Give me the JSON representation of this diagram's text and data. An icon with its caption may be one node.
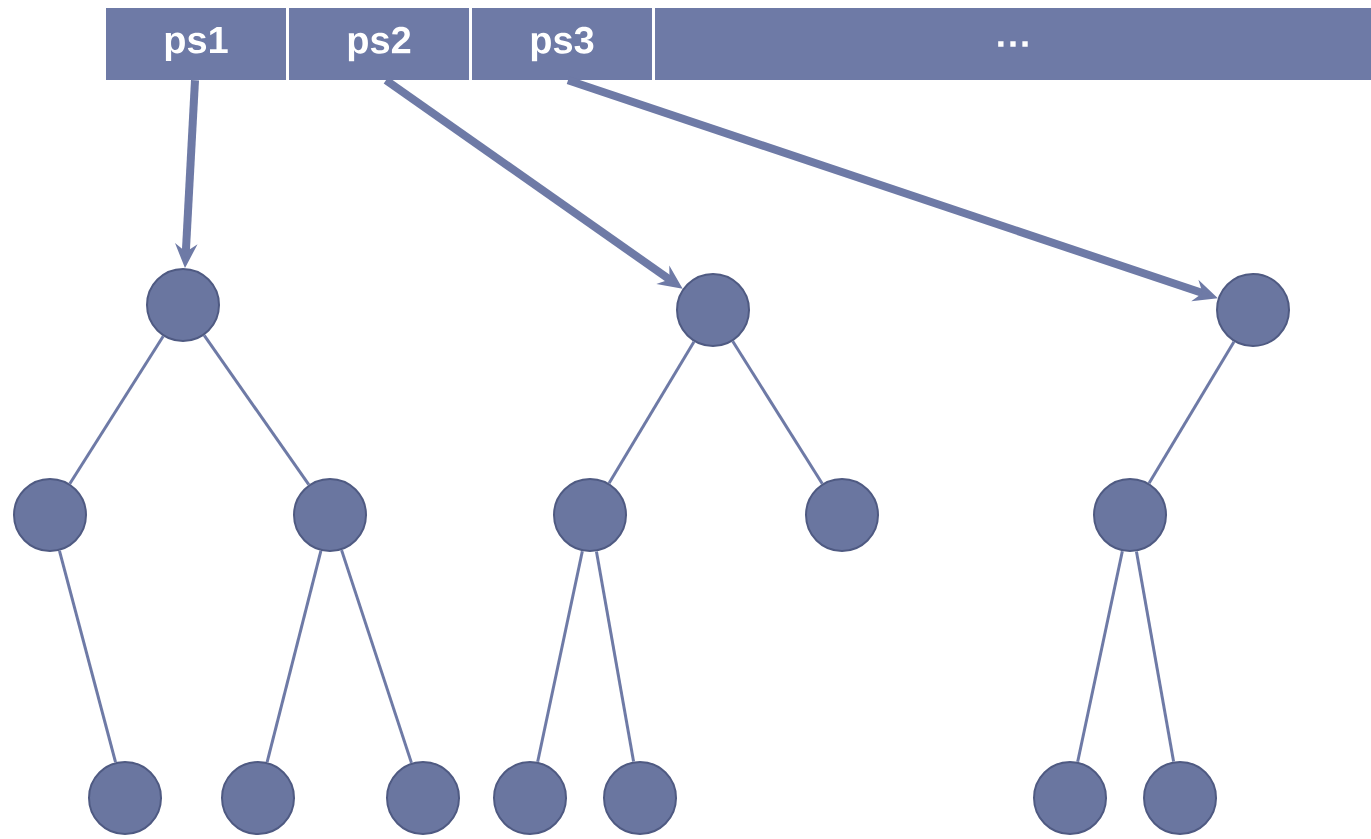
{
  "diagram": {
    "nodes": [
      {
        "text": [
          "ps1"
        ]
      },
      {
        "text": [
          "ps2"
        ]
      },
      {
        "text": [
          "ps3"
        ]
      },
      {
        "text": [
          "…"
        ]
      },
      {
        "text": [],
        "shape": "circle"
      },
      {
        "text": [],
        "shape": "circle"
      },
      {
        "text": [],
        "shape": "circle"
      },
      {
        "text": [],
        "shape": "circle"
      },
      {
        "text": [],
        "shape": "circle"
      },
      {
        "text": [],
        "shape": "circle"
      },
      {
        "text": [],
        "shape": "circle"
      },
      {
        "text": [],
        "shape": "circle"
      },
      {
        "text": [],
        "shape": "circle"
      },
      {
        "text": [],
        "shape": "circle"
      },
      {
        "text": [],
        "shape": "circle"
      },
      {
        "text": [],
        "shape": "circle"
      },
      {
        "text": [],
        "shape": "circle"
      },
      {
        "text": [],
        "shape": "circle"
      },
      {
        "text": [],
        "shape": "circle"
      }
    ],
    "edges": [
      {
        "from": 0,
        "to": 4,
        "arrow": "to",
        "style": "thick"
      },
      {
        "from": 1,
        "to": 5,
        "arrow": "to",
        "style": "thick"
      },
      {
        "from": 2,
        "to": 6,
        "arrow": "to",
        "style": "thick"
      },
      {
        "from": 4,
        "to": 7,
        "arrow": "none"
      },
      {
        "from": 4,
        "to": 8,
        "arrow": "none"
      },
      {
        "from": 7,
        "to": 12,
        "arrow": "none"
      },
      {
        "from": 8,
        "to": 13,
        "arrow": "none"
      },
      {
        "from": 8,
        "to": 14,
        "arrow": "none"
      },
      {
        "from": 5,
        "to": 9,
        "arrow": "none"
      },
      {
        "from": 5,
        "to": 10,
        "arrow": "none"
      },
      {
        "from": 9,
        "to": 15,
        "arrow": "none"
      },
      {
        "from": 9,
        "to": 16,
        "arrow": "none"
      },
      {
        "from": 6,
        "to": 11,
        "arrow": "none"
      },
      {
        "from": 11,
        "to": 17,
        "arrow": "none"
      },
      {
        "from": 11,
        "to": 18,
        "arrow": "none"
      }
    ]
  }
}
